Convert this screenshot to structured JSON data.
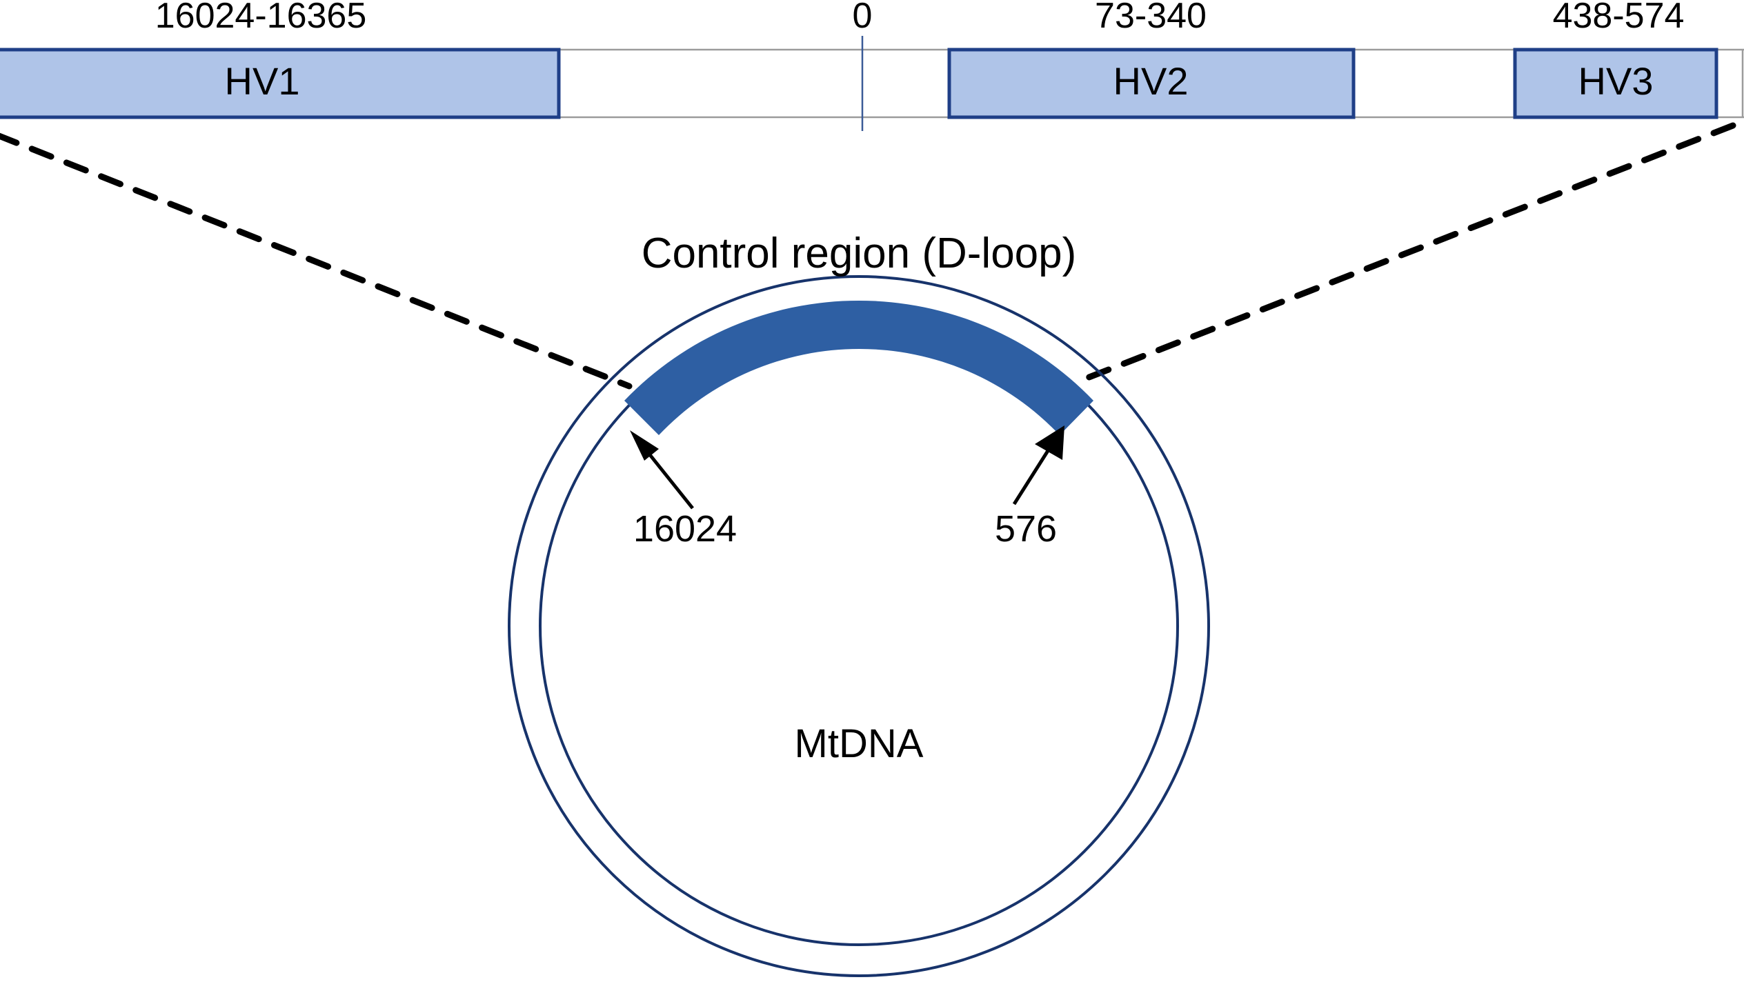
{
  "diagram": {
    "title": "Control region (D-loop)",
    "center_label": "MtDNA",
    "colors": {
      "region_fill": "#afc4e8",
      "region_stroke": "#1f3f87",
      "strip_stroke": "#9b9b9b",
      "dloop_arc": "#2e5fa3",
      "circle_stroke": "#17336b",
      "dashed_line": "#000000",
      "text": "#000000"
    },
    "linear_map": {
      "tick_label": "0",
      "regions": [
        {
          "name": "HV1",
          "range": "16024-16365"
        },
        {
          "name": "HV2",
          "range": "73-340"
        },
        {
          "name": "HV3",
          "range": "438-574"
        }
      ]
    },
    "circular_map": {
      "arc_name": "Control region (D-loop)",
      "start_position": "16024",
      "end_position": "576",
      "genome_label": "MtDNA"
    }
  }
}
